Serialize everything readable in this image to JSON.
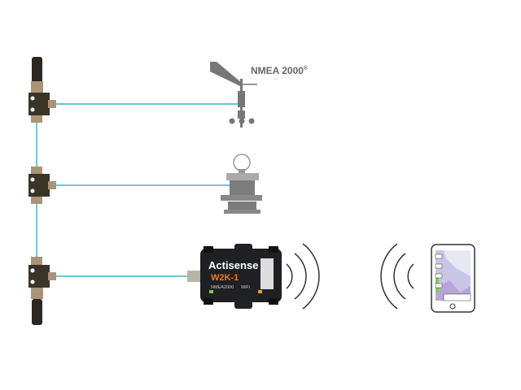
{
  "network": {
    "label": "NMEA 2000",
    "label_mark": "®",
    "cable_color": "#3fb5c8"
  },
  "devices": {
    "gateway": {
      "brand": "Actisense",
      "model": "W2K-1",
      "subtitle": "NMEA2000",
      "wifi": "WiFi"
    }
  }
}
